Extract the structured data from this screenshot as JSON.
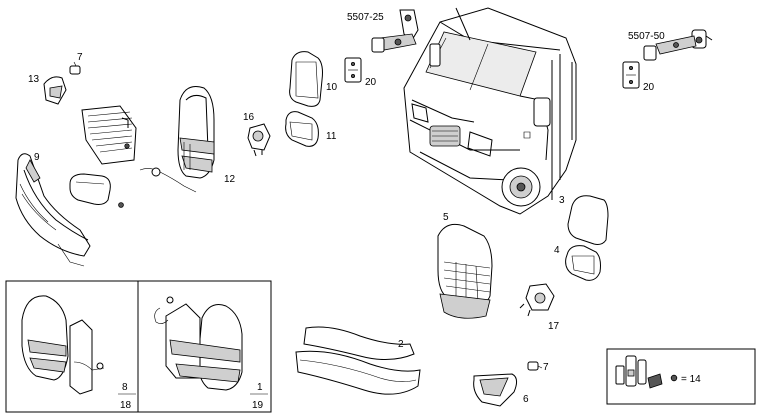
{
  "callouts": {
    "c1": "1",
    "c2": "2",
    "c3": "3",
    "c4": "4",
    "c5": "5",
    "c6": "6",
    "c7a": "7",
    "c7b": "7",
    "c8": "8",
    "c9": "9",
    "c10": "10",
    "c11": "11",
    "c12": "12",
    "c13": "13",
    "c16": "16",
    "c17": "17",
    "c18": "18",
    "c19": "19",
    "c20a": "20",
    "c20b": "20",
    "c5507_25": "5507-25",
    "c5507_50": "5507-50"
  },
  "legend": {
    "text": "= 14"
  }
}
